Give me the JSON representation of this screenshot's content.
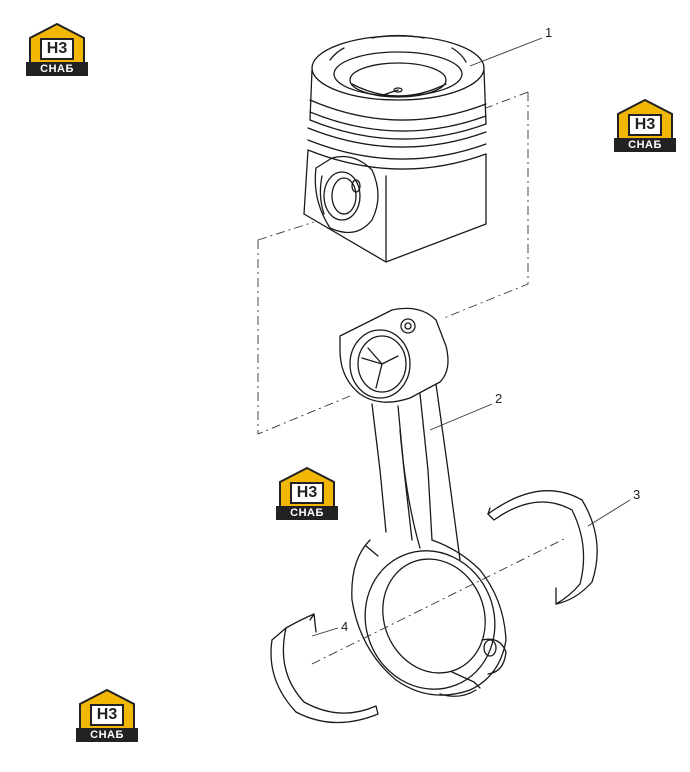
{
  "callouts": {
    "c1": "1",
    "c2": "2",
    "c3": "3",
    "c4": "4"
  },
  "logo": {
    "mark": "H3",
    "word": "СНАБ",
    "accent_color": "#f2b705",
    "dark_color": "#222222"
  },
  "line_color": "#1a1a1a",
  "leader_color": "#333333"
}
